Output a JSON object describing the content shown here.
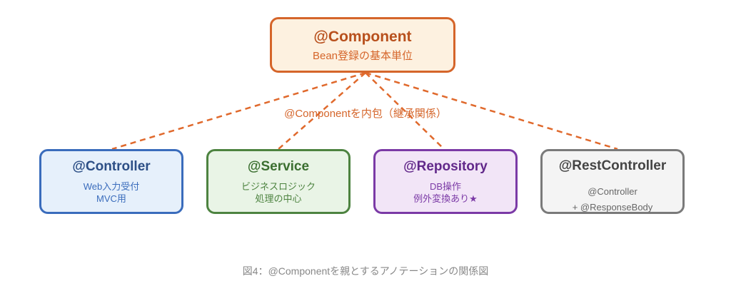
{
  "colors": {
    "connector": "#e0692c"
  },
  "root": {
    "title": "@Component",
    "subtitle": "Bean登録の基本単位"
  },
  "relation_label": "@Componentを内包（継承関係）",
  "children": [
    {
      "title": "@Controller",
      "lines": [
        "Web入力受付",
        "MVC用"
      ]
    },
    {
      "title": "@Service",
      "lines": [
        "ビジネスロジック",
        "処理の中心"
      ]
    },
    {
      "title": "@Repository",
      "lines": [
        "DB操作",
        "例外変換あり★"
      ]
    },
    {
      "title": "@RestController",
      "lines": [
        "@Controller",
        "+ @ResponseBody"
      ]
    }
  ],
  "caption": "図4：@Componentを親とするアノテーションの関係図"
}
